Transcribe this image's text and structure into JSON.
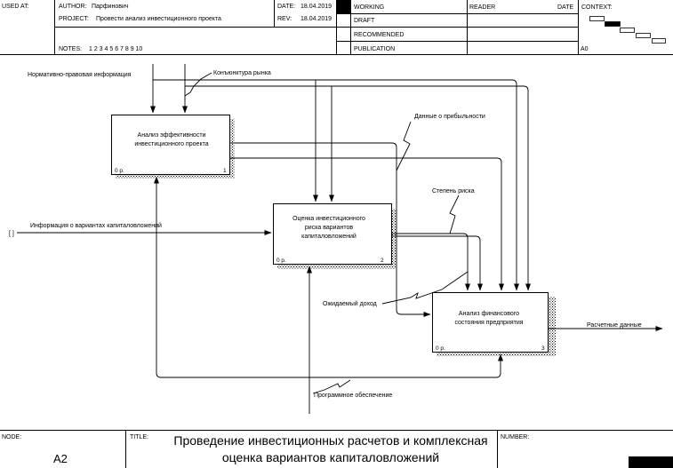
{
  "header": {
    "used_at_label": "USED AT:",
    "author_label": "AUTHOR:",
    "author_value": "Парфинович",
    "project_label": "PROJECT:",
    "project_value": "Провести анализ инвестиционного проекта",
    "notes_label": "NOTES:",
    "notes_value": "1  2  3  4  5  6  7  8  9  10",
    "date_label": "DATE:",
    "date_value": "18.04.2019",
    "rev_label": "REV:",
    "rev_value": "18.04.2019",
    "status_items": [
      "WORKING",
      "DRAFT",
      "RECOMMENDED",
      "PUBLICATION"
    ],
    "reader_label": "READER",
    "reader_date_label": "DATE",
    "context_label": "CONTEXT:",
    "context_node": "A0"
  },
  "diagram": {
    "activities": [
      {
        "id": "act-1",
        "label": [
          "Анализ эффективности",
          "инвестиционного проекта"
        ],
        "cost": "0 р.",
        "number": "1"
      },
      {
        "id": "act-2",
        "label": [
          "Оценка инвестиционного",
          "риска вариантов",
          "капиталовложений"
        ],
        "cost": "0 р.",
        "number": "2"
      },
      {
        "id": "act-3",
        "label": [
          "Анализ финансового",
          "состояния предприятия"
        ],
        "cost": "0 р.",
        "number": "3"
      }
    ],
    "arrow_labels": {
      "normative": "Нормативно-правовая информация",
      "market": "Конъюнктура рынка",
      "profit_data": "Данные о прибыльности",
      "risk_degree": "Степень риска",
      "variants_info": "Информация о вариантах капиталовложений",
      "expected_income": "Ожидаемый доход",
      "settlement_data": "Расчетные данные",
      "software": "Программное обеспечение"
    },
    "tunnel_glyph": "[ ]"
  },
  "footer": {
    "node_label": "NODE:",
    "node_value": "A2",
    "title_label": "TITLE:",
    "title_lines": [
      "Проведение инвестиционных расчетов и комплексная",
      "оценка вариантов капиталовложений"
    ],
    "number_label": "NUMBER:"
  }
}
